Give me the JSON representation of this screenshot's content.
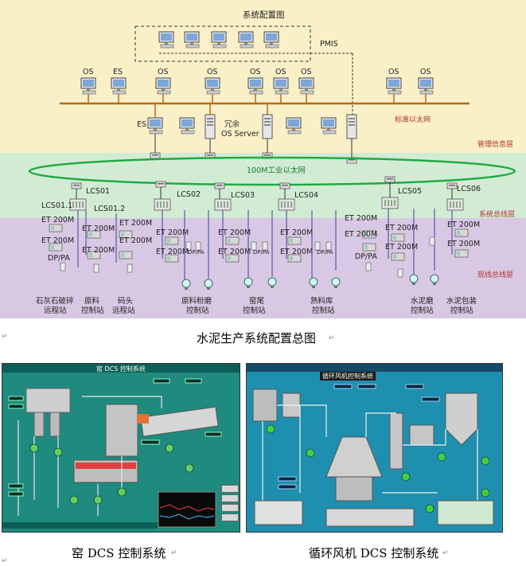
{
  "diagram": {
    "title": "系统配置图",
    "pmis_label": "PMIS",
    "os_label": "OS",
    "es_label": "ES",
    "redundant_label": "冗余",
    "os_server_label": "OS Server",
    "std_ethernet_label": "标准以太网",
    "mgmt_layer_label": "管理信息层",
    "industrial_ethernet_label": "100M工业以太网",
    "system_bus_label": "系统总线层",
    "field_bus_label": "现线总线层",
    "lcs": [
      "LCS01",
      "LCS01.1",
      "LCS01.2",
      "LCS02",
      "LCS03",
      "LCS04",
      "LCS05",
      "LCS06"
    ],
    "et200m": "ET 200M",
    "dppa": "DP/PA",
    "stations": [
      {
        "line1": "石灰石破碎",
        "line2": "远程站"
      },
      {
        "line1": "原料",
        "line2": "控制站"
      },
      {
        "line1": "码头",
        "line2": "远程站"
      },
      {
        "line1": "原料粉磨",
        "line2": "控制站"
      },
      {
        "line1": "窑尾",
        "line2": "控制站"
      },
      {
        "line1": "熟料库",
        "line2": "控制站"
      },
      {
        "line1": "水泥磨",
        "line2": "控制站"
      },
      {
        "line1": "水泥包装",
        "line2": "控制站"
      }
    ]
  },
  "captions": {
    "main": "水泥生产系统配置总图",
    "kiln": "窑 DCS 控制系统",
    "fan": "循环风机 DCS 控制系统"
  },
  "screens": {
    "kiln_title": "窑 DCS 控制系统",
    "fan_title": "循环风机控制系统"
  },
  "paragraph_mark": "↵",
  "colors": {
    "mgmt_bg": "#faf0c8",
    "sysbus_bg": "#d2ecd4",
    "fieldbus_bg": "#d8c8e4",
    "ethernet": "#b86a1a",
    "ring": "#22aa44"
  }
}
